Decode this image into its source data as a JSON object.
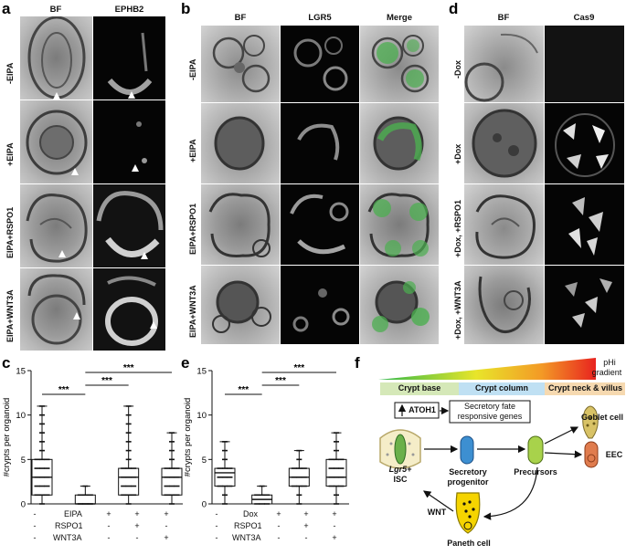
{
  "panels": {
    "a": {
      "letter": "a",
      "columns": [
        "BF",
        "EPHB2"
      ],
      "rows": [
        "-EIPA",
        "+EIPA",
        "EIPA+RSPO1",
        "EIPA+WNT3A"
      ]
    },
    "b": {
      "letter": "b",
      "columns": [
        "BF",
        "LGR5",
        "Merge"
      ],
      "rows": [
        "-EIPA",
        "+EIPA",
        "EIPA+RSPO1",
        "EIPA+WNT3A"
      ]
    },
    "d": {
      "letter": "d",
      "columns": [
        "BF",
        "Cas9"
      ],
      "rows": [
        "-Dox",
        "+Dox",
        "+Dox, +RSPO1",
        "+Dox, +WNT3A"
      ]
    },
    "c": {
      "letter": "c",
      "conditions": [
        {
          "label": "EIPA",
          "values": [
            "-",
            "+",
            "+",
            "+"
          ]
        },
        {
          "label": "RSPO1",
          "values": [
            "-",
            "-",
            "+",
            "-"
          ]
        },
        {
          "label": "WNT3A",
          "values": [
            "-",
            "-",
            "-",
            "+"
          ]
        }
      ],
      "significance": [
        "***",
        "***",
        "***"
      ]
    },
    "e": {
      "letter": "e",
      "conditions": [
        {
          "label": "Dox",
          "values": [
            "-",
            "+",
            "+",
            "+"
          ]
        },
        {
          "label": "RSPO1",
          "values": [
            "-",
            "-",
            "+",
            "-"
          ]
        },
        {
          "label": "WNT3A",
          "values": [
            "-",
            "-",
            "-",
            "+"
          ]
        }
      ],
      "significance": [
        "***",
        "***",
        "***"
      ]
    },
    "f": {
      "letter": "f",
      "gradient_label_1": "pHi",
      "gradient_label_2": "gradient",
      "zones": [
        "Crypt base",
        "Crypt column",
        "Crypt neck & villus"
      ],
      "atoh1": "ATOH1",
      "secretory_genes_1": "Secretory fate",
      "secretory_genes_2": "responsive genes",
      "isc_1": "Lgr5+",
      "isc_2": "ISC",
      "progenitor_1": "Secretory",
      "progenitor_2": "progenitor",
      "precursors": "Precursors",
      "goblet": "Goblet cell",
      "eec": "EEC",
      "wnt": "WNT",
      "paneth": "Paneth cell",
      "colors": {
        "zone_base": "#d5e8b8",
        "zone_column": "#bfe0f3",
        "zone_villus": "#f6d9b0",
        "isc_cell": "#6bb04a",
        "progenitor_cell": "#3d8fd1",
        "precursor_cell": "#a8d24b",
        "goblet_cell": "#d8c266",
        "eec_cell": "#e07c4e",
        "paneth_cell": "#f5d400"
      }
    }
  },
  "chart_data": [
    {
      "type": "box",
      "panel": "c",
      "ylabel": "#crypts per organoid",
      "ylim": [
        0,
        15
      ],
      "yticks": [
        0,
        5,
        10,
        15
      ],
      "categories": [
        "-EIPA",
        "+EIPA",
        "EIPA+RSPO1",
        "EIPA+WNT3A"
      ],
      "boxes": [
        {
          "min": 0,
          "q1": 1,
          "median": 3,
          "q3": 5,
          "max": 11
        },
        {
          "min": 0,
          "q1": 0,
          "median": 0,
          "q3": 1,
          "max": 2
        },
        {
          "min": 0,
          "q1": 1,
          "median": 3,
          "q3": 4,
          "max": 11
        },
        {
          "min": 0,
          "q1": 1,
          "median": 3,
          "q3": 4,
          "max": 8
        }
      ],
      "comparisons": [
        {
          "from": 0,
          "to": 1,
          "label": "***"
        },
        {
          "from": 1,
          "to": 2,
          "label": "***"
        },
        {
          "from": 1,
          "to": 3,
          "label": "***"
        }
      ]
    },
    {
      "type": "box",
      "panel": "e",
      "ylabel": "#crypts per organoid",
      "ylim": [
        0,
        15
      ],
      "yticks": [
        0,
        5,
        10,
        15
      ],
      "categories": [
        "-Dox",
        "+Dox",
        "+Dox+RSPO1",
        "+Dox+WNT3A"
      ],
      "boxes": [
        {
          "min": 0,
          "q1": 2,
          "median": 3.5,
          "q3": 4,
          "max": 7
        },
        {
          "min": 0,
          "q1": 0,
          "median": 0.5,
          "q3": 1,
          "max": 2
        },
        {
          "min": 0,
          "q1": 2,
          "median": 3,
          "q3": 4,
          "max": 6
        },
        {
          "min": 0,
          "q1": 2,
          "median": 3,
          "q3": 5,
          "max": 8
        }
      ],
      "comparisons": [
        {
          "from": 0,
          "to": 1,
          "label": "***"
        },
        {
          "from": 1,
          "to": 2,
          "label": "***"
        },
        {
          "from": 1,
          "to": 3,
          "label": "***"
        }
      ]
    }
  ]
}
